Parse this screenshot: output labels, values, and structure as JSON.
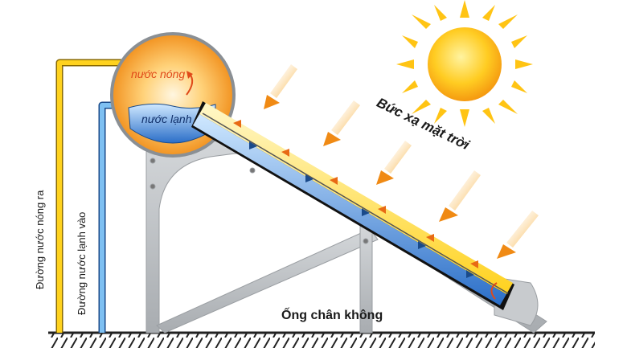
{
  "labels": {
    "hot_water": "nước nóng",
    "cold_water": "nước lạnh",
    "radiation": "Bức xạ mặt trời",
    "vacuum_tube": "Ống chân không",
    "hot_outlet": "Đường nước nóng ra",
    "cold_inlet": "Đường nước lạnh vào"
  },
  "colors": {
    "sun": "#ffc414",
    "tank_hot": "#ff9a1e",
    "cold_water": "#2a6ec8",
    "hot_pipe": "#ffd21e",
    "cold_pipe": "#4aa0e6",
    "frame": "#b4b8bc",
    "arrow": "#f08a14"
  }
}
